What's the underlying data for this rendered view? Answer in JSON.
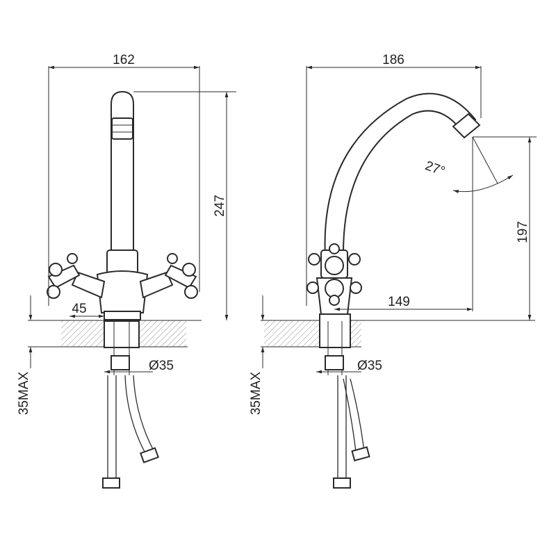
{
  "dimensions": {
    "left_width": "162",
    "left_height": "247",
    "handle_offset": "45",
    "left_diameter": "Ø35",
    "left_max_thickness": "35MAX",
    "right_width": "186",
    "spout_height": "197",
    "spout_reach": "149",
    "spout_angle": "27°",
    "right_diameter": "Ø35",
    "right_max_thickness": "35MAX"
  }
}
